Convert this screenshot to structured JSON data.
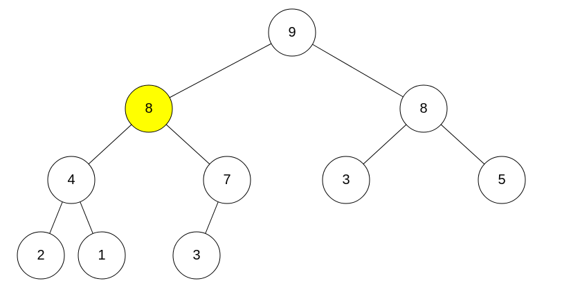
{
  "colors": {
    "node_fill": "#ffffff",
    "highlight_fill": "#ffff00",
    "stroke": "#000000"
  },
  "tree": {
    "nodes": [
      {
        "id": "n0",
        "value": "9",
        "highlighted": false
      },
      {
        "id": "n1",
        "value": "8",
        "highlighted": true
      },
      {
        "id": "n2",
        "value": "8",
        "highlighted": false
      },
      {
        "id": "n3",
        "value": "4",
        "highlighted": false
      },
      {
        "id": "n4",
        "value": "7",
        "highlighted": false
      },
      {
        "id": "n5",
        "value": "3",
        "highlighted": false
      },
      {
        "id": "n6",
        "value": "5",
        "highlighted": false
      },
      {
        "id": "n7",
        "value": "2",
        "highlighted": false
      },
      {
        "id": "n8",
        "value": "1",
        "highlighted": false
      },
      {
        "id": "n9",
        "value": "3",
        "highlighted": false
      }
    ],
    "edges": [
      [
        "n0",
        "n1"
      ],
      [
        "n0",
        "n2"
      ],
      [
        "n1",
        "n3"
      ],
      [
        "n1",
        "n4"
      ],
      [
        "n2",
        "n5"
      ],
      [
        "n2",
        "n6"
      ],
      [
        "n3",
        "n7"
      ],
      [
        "n3",
        "n8"
      ],
      [
        "n4",
        "n9"
      ]
    ]
  }
}
